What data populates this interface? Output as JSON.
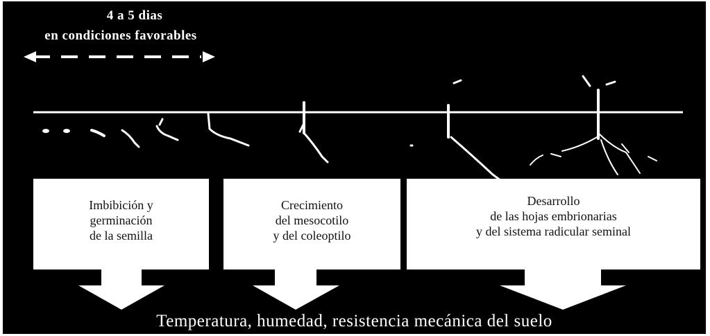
{
  "header": {
    "line1": "4 a 5 dias",
    "line2": "en condiciones favorables"
  },
  "stages": [
    {
      "lines": [
        "Imbibición y",
        "germinación",
        "de la semilla"
      ]
    },
    {
      "lines": [
        "Crecimiento",
        "del mesocotilo",
        "y del coleoptilo"
      ]
    },
    {
      "lines": [
        "Desarrollo",
        "de las hojas embrionarias",
        "y del sistema radicular seminal"
      ]
    }
  ],
  "footer": "Temperatura, humedad, resistencia mecánica  del suelo",
  "colors": {
    "background": "#000000",
    "foreground": "#ffffff",
    "box_text": "#111111"
  }
}
